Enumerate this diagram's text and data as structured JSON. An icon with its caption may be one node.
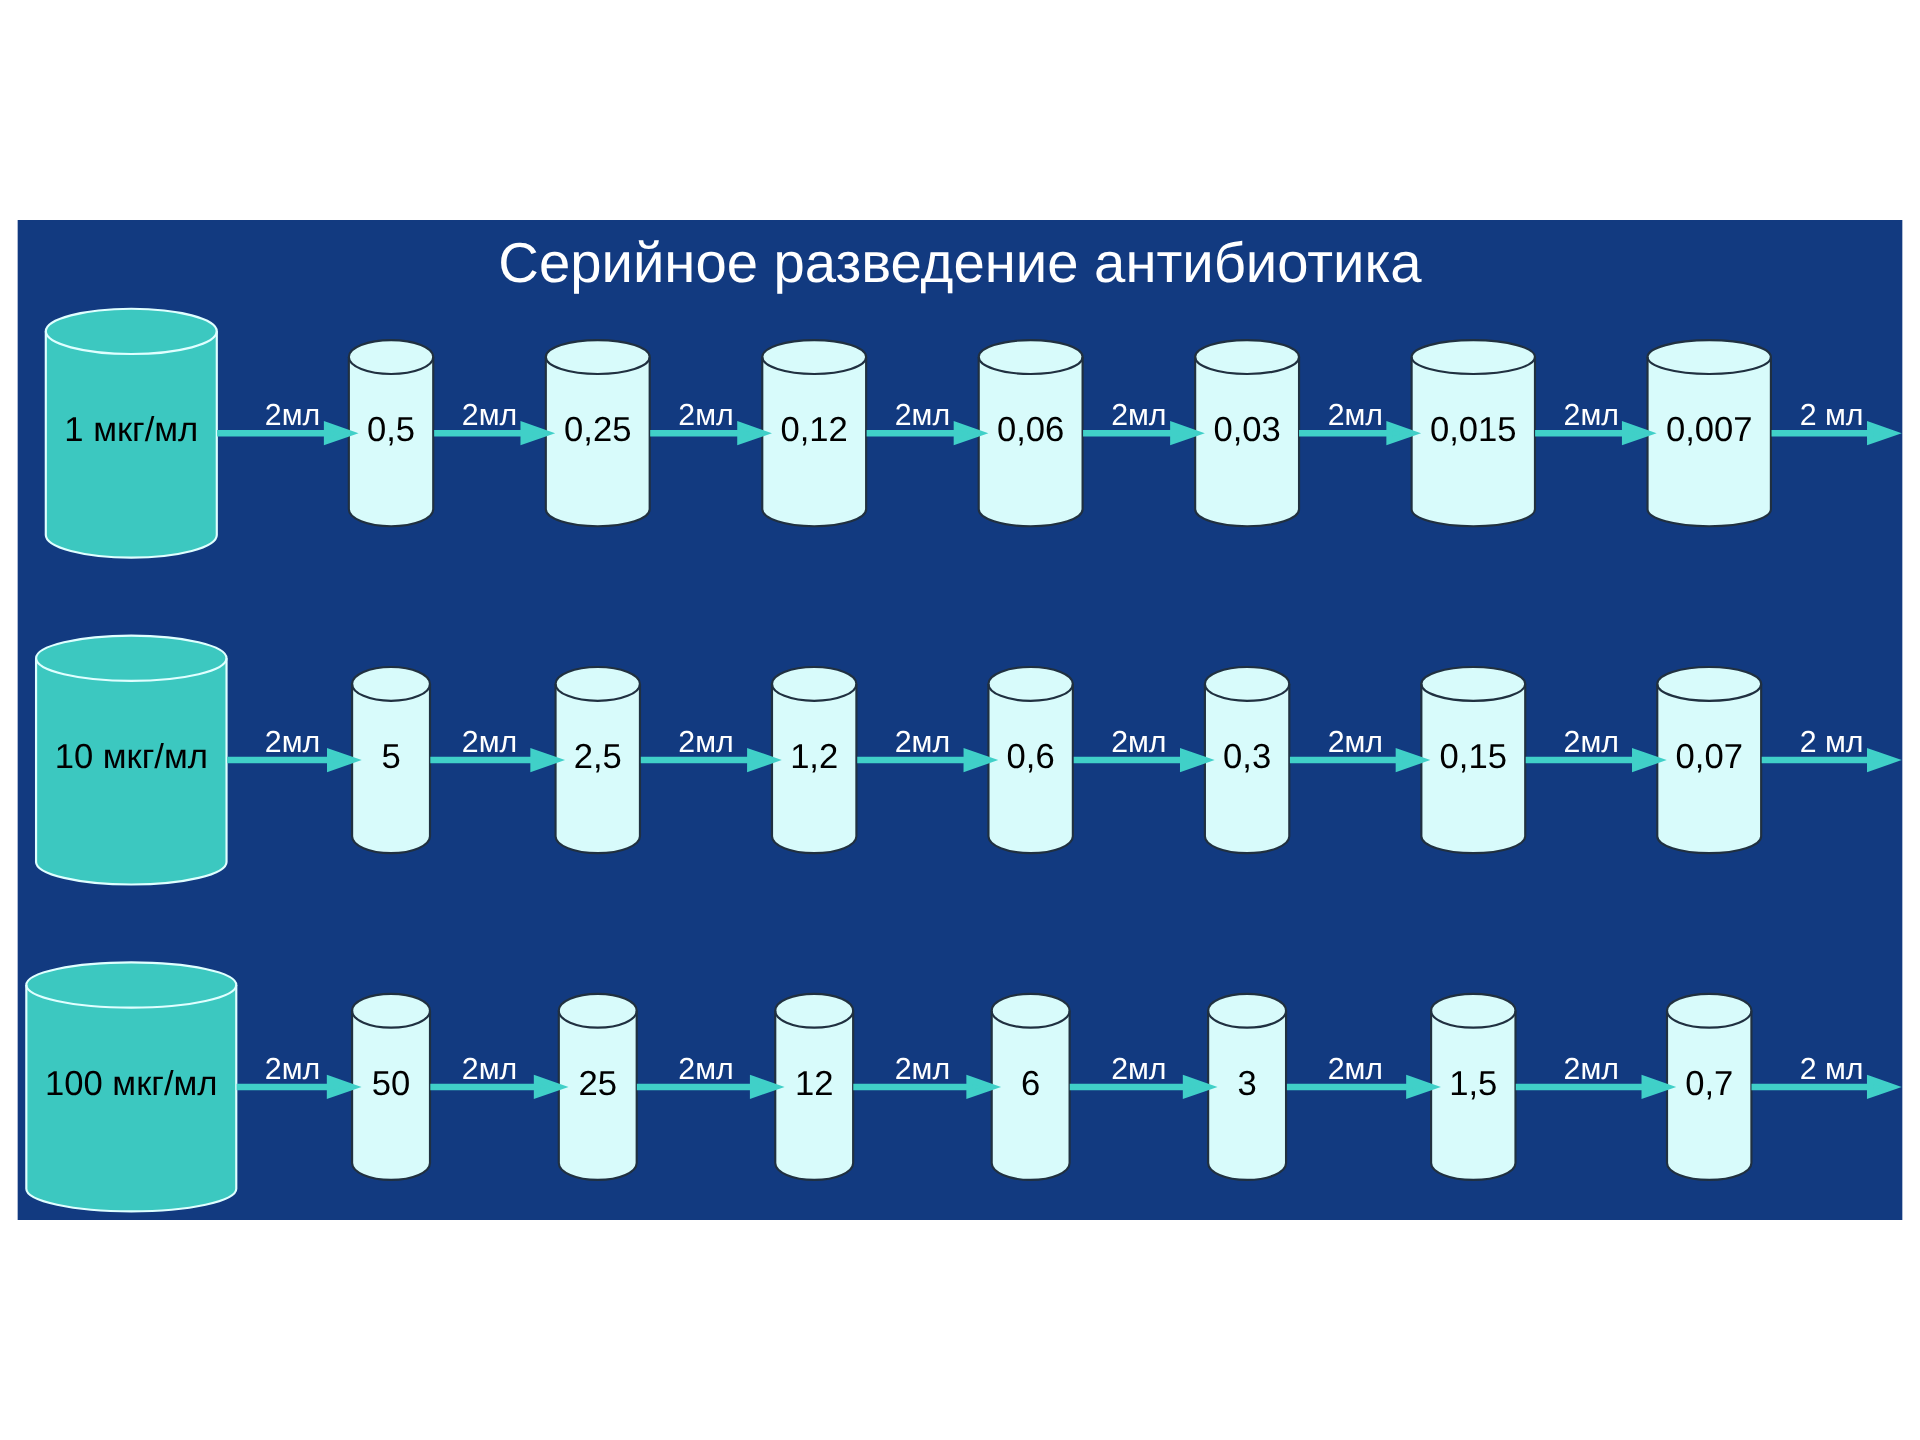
{
  "diagram": {
    "title": "Серийное разведение антибиотика",
    "nodes": [
      {
        "text": [
          "100 мкг/мл"
        ]
      },
      {
        "text": [
          "50"
        ]
      },
      {
        "text": [
          "25"
        ]
      },
      {
        "text": [
          "12"
        ]
      },
      {
        "text": [
          "6"
        ]
      },
      {
        "text": [
          "3"
        ]
      },
      {
        "text": [
          "1,5"
        ]
      },
      {
        "text": [
          "0,7"
        ]
      },
      {
        "text": [
          "10 мкг/мл"
        ]
      },
      {
        "text": [
          "5"
        ]
      },
      {
        "text": [
          "2,5"
        ]
      },
      {
        "text": [
          "1,2"
        ]
      },
      {
        "text": [
          "0,6"
        ]
      },
      {
        "text": [
          "0,3"
        ]
      },
      {
        "text": [
          "0,15"
        ]
      },
      {
        "text": [
          "0,07"
        ]
      },
      {
        "text": [
          "1 мкг/мл"
        ]
      },
      {
        "text": [
          "0,5"
        ]
      },
      {
        "text": [
          "0,25"
        ]
      },
      {
        "text": [
          "0,12"
        ]
      },
      {
        "text": [
          "0,06"
        ]
      },
      {
        "text": [
          "0,03"
        ]
      },
      {
        "text": [
          "0,015"
        ]
      },
      {
        "text": [
          "0,007"
        ]
      }
    ],
    "edges": [
      {
        "from": 0,
        "to": 1,
        "arrow": "to",
        "label": "2мл"
      },
      {
        "from": 1,
        "to": 2,
        "arrow": "to",
        "label": "2мл"
      },
      {
        "from": 2,
        "to": 3,
        "arrow": "to",
        "label": "2мл"
      },
      {
        "from": 3,
        "to": 4,
        "arrow": "to",
        "label": "2мл"
      },
      {
        "from": 4,
        "to": 5,
        "arrow": "to",
        "label": "2мл"
      },
      {
        "from": 5,
        "to": 6,
        "arrow": "to",
        "label": "2мл"
      },
      {
        "from": 6,
        "to": 7,
        "arrow": "to",
        "label": "2мл"
      },
      {
        "from": 7,
        "to": null,
        "arrow": "to",
        "label": "2 мл"
      },
      {
        "from": 8,
        "to": 9,
        "arrow": "to",
        "label": "2мл"
      },
      {
        "from": 9,
        "to": 10,
        "arrow": "to",
        "label": "2мл"
      },
      {
        "from": 10,
        "to": 11,
        "arrow": "to",
        "label": "2мл"
      },
      {
        "from": 11,
        "to": 12,
        "arrow": "to",
        "label": "2мл"
      },
      {
        "from": 12,
        "to": 13,
        "arrow": "to",
        "label": "2мл"
      },
      {
        "from": 13,
        "to": 14,
        "arrow": "to",
        "label": "2мл"
      },
      {
        "from": 14,
        "to": 15,
        "arrow": "to",
        "label": "2мл"
      },
      {
        "from": 15,
        "to": null,
        "arrow": "to",
        "label": "2 мл"
      },
      {
        "from": 16,
        "to": 17,
        "arrow": "to",
        "label": "2мл"
      },
      {
        "from": 17,
        "to": 18,
        "arrow": "to",
        "label": "2мл"
      },
      {
        "from": 18,
        "to": 19,
        "arrow": "to",
        "label": "2мл"
      },
      {
        "from": 19,
        "to": 20,
        "arrow": "to",
        "label": "2мл"
      },
      {
        "from": 20,
        "to": 21,
        "arrow": "to",
        "label": "2мл"
      },
      {
        "from": 21,
        "to": 22,
        "arrow": "to",
        "label": "2мл"
      },
      {
        "from": 22,
        "to": 23,
        "arrow": "to",
        "label": "2мл"
      },
      {
        "from": 23,
        "to": null,
        "arrow": "to",
        "label": "2 мл"
      }
    ]
  }
}
